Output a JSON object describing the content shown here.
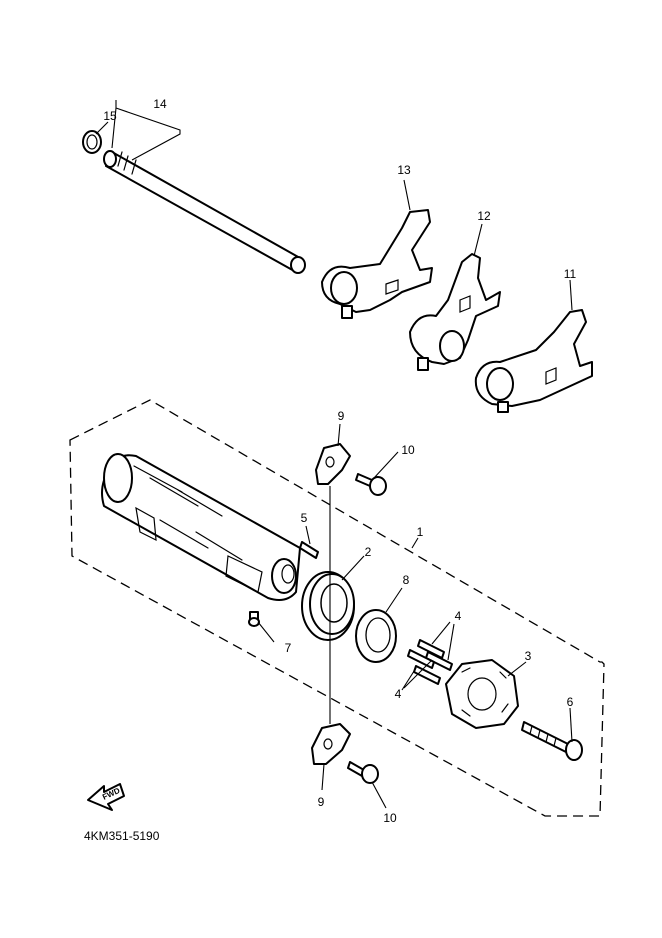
{
  "diagram": {
    "code": "4KM351-5190",
    "direction_label": "FWD"
  },
  "callouts": {
    "p1": "1",
    "p2": "2",
    "p3": "3",
    "p4a": "4",
    "p4b": "4",
    "p5": "5",
    "p6": "6",
    "p7": "7",
    "p8": "8",
    "p9a": "9",
    "p9b": "9",
    "p10a": "10",
    "p10b": "10",
    "p11": "11",
    "p12": "12",
    "p13": "13",
    "p14": "14",
    "p15": "15"
  },
  "icons": {
    "direction": "fwd-arrow-icon"
  }
}
